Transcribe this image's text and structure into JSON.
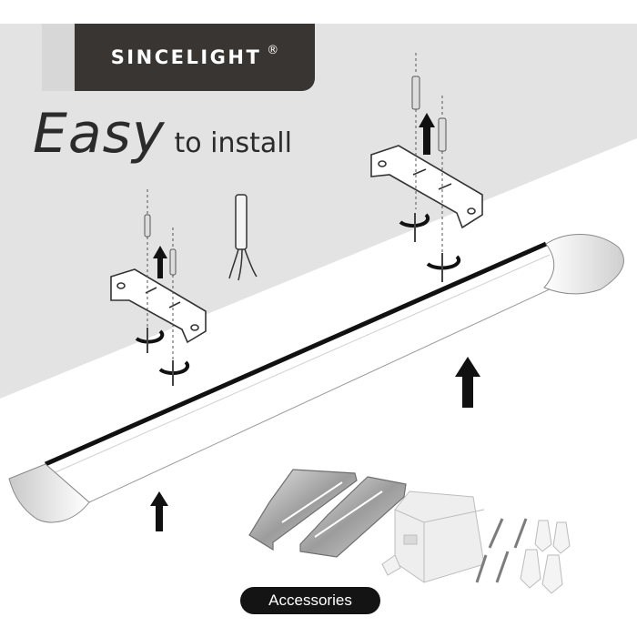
{
  "brand": {
    "name": "SINCELIGHT",
    "registered": "®"
  },
  "headline": {
    "emphasis": "Easy",
    "rest": "to install"
  },
  "accessories": {
    "label": "Accessories"
  },
  "colors": {
    "badge": "#383533",
    "wall": "#e3e3e3",
    "pill": "#141414",
    "text": "#2c2b2b"
  },
  "icons": [
    "lamp-fixture",
    "mounting-bracket",
    "anchor-screw",
    "wire-connector",
    "rotate-arrow",
    "up-arrow",
    "terminal-box"
  ]
}
